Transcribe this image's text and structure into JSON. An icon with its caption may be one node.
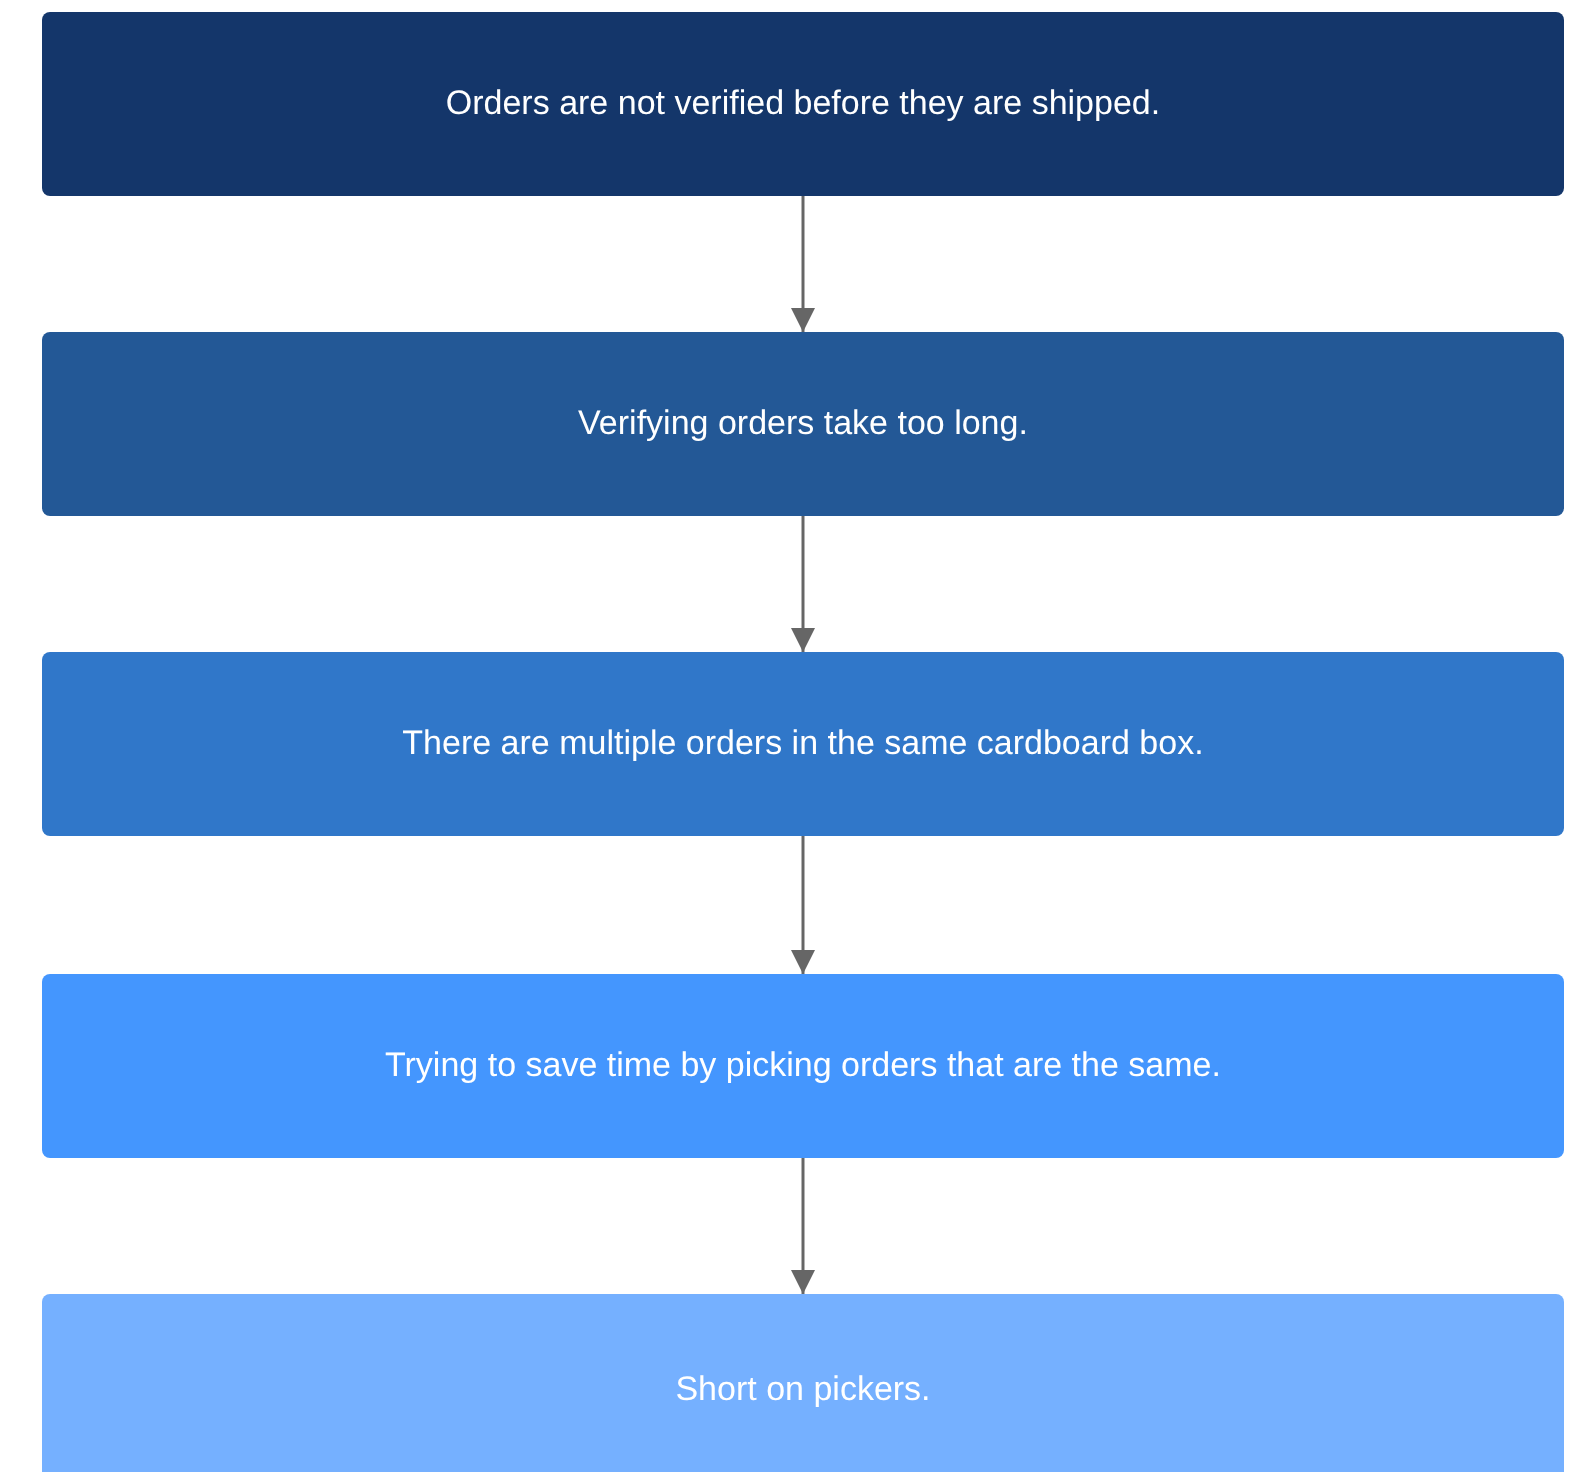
{
  "diagram": {
    "nodes": [
      {
        "text": [
          "Orders are not verified before they are shipped."
        ]
      },
      {
        "text": [
          "Verifying orders take too long."
        ]
      },
      {
        "text": [
          "There are multiple orders in the same cardboard box."
        ]
      },
      {
        "text": [
          "Trying to save time by picking orders that are the same."
        ]
      },
      {
        "text": [
          "Short on pickers."
        ]
      }
    ],
    "edges": [
      {
        "from": 0,
        "to": 1,
        "arrow": "to"
      },
      {
        "from": 1,
        "to": 2,
        "arrow": "to"
      },
      {
        "from": 2,
        "to": 3,
        "arrow": "to"
      },
      {
        "from": 3,
        "to": 4,
        "arrow": "to"
      }
    ]
  }
}
